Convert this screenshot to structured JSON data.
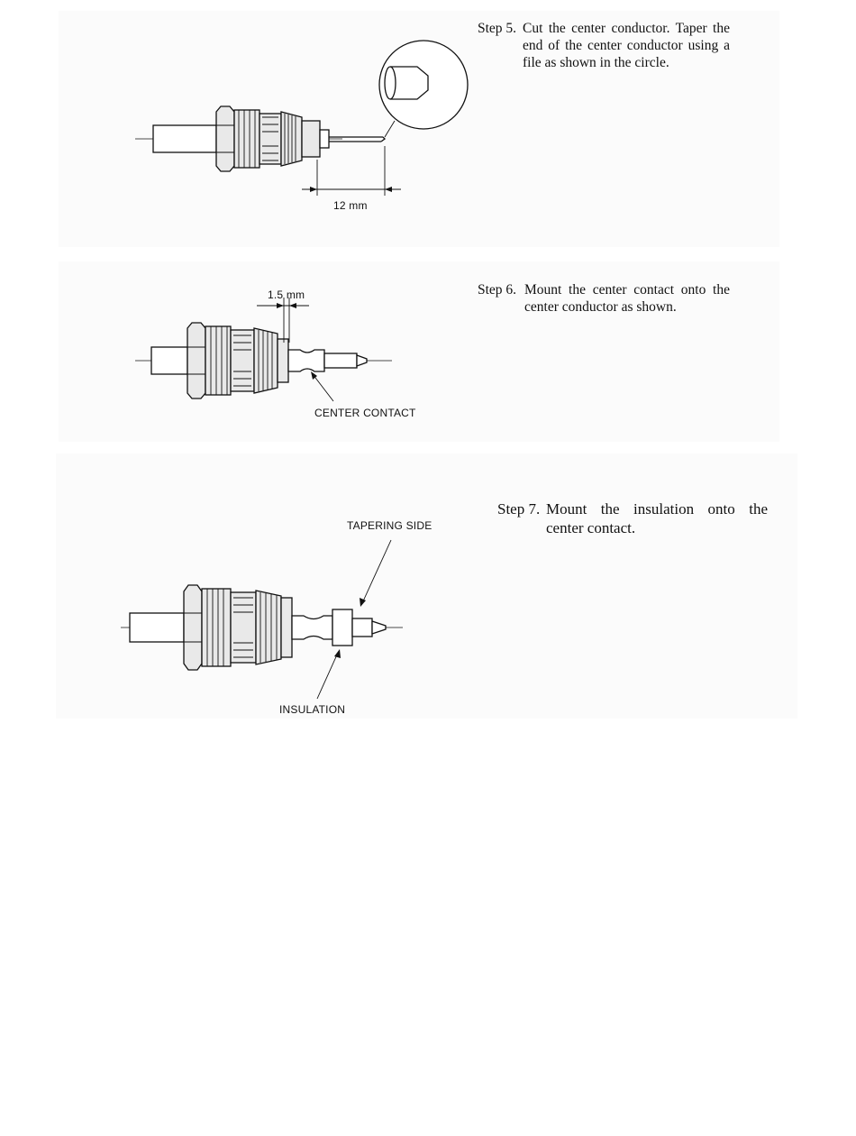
{
  "steps": [
    {
      "label": "Step 5.",
      "text": "Cut the center conductor. Taper the end of the center conductor using a file as shown in the circle."
    },
    {
      "label": "Step 6.",
      "text": "Mount the center contact onto the center conductor as shown."
    },
    {
      "label": "Step 7.",
      "text": "Mount the insulation onto the center contact."
    }
  ],
  "callouts": {
    "step5_dimension": "12 mm",
    "step6_dimension": "1.5 mm",
    "step6_part": "CENTER CONTACT",
    "step7_tapering": "TAPERING SIDE",
    "step7_part": "INSULATION"
  }
}
